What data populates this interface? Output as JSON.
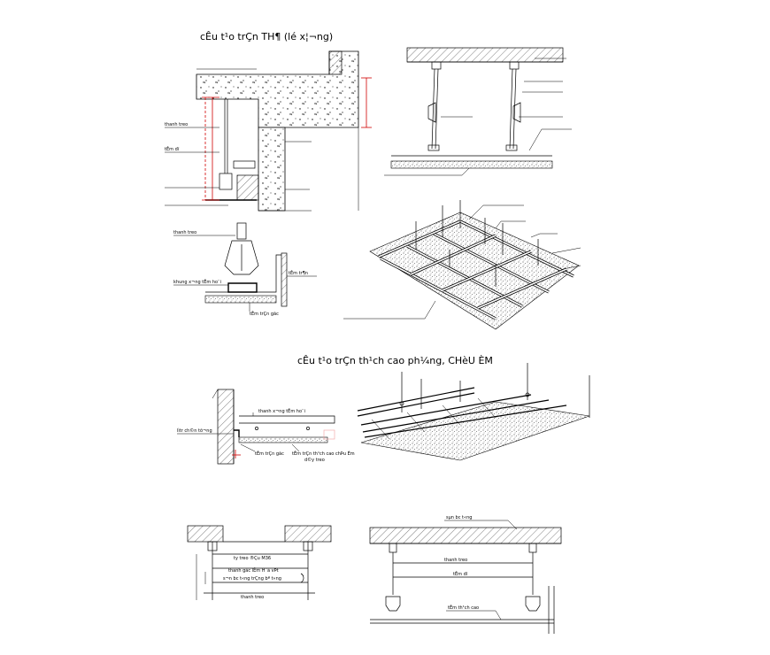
{
  "titles": {
    "top": "cÊu t¹o trÇn TH¶ (lé x¦¬ng)",
    "middle": "cÊu t¹o trÇn th¹ch cao ph¼ng, CHèU ÈM"
  },
  "labels": {
    "thanh_treo_1": "thanh treo",
    "ty_ren": "tÊm dï",
    "thanh_treo_2": "thanh treo",
    "thanh_vien": "khung x¬ng tÊm ho¨i",
    "tam_tran": "tÊm tr¶n",
    "tam_tran_2": "tÊm trÇn gãc",
    "khung_tuong": "thanh x¬ng tÊm ho¨i",
    "vit_tuong": "lìtr ch©n tõ¬ng",
    "tam_goc": "tÊm trÇn gãc",
    "tam_thach_cao": "tÊm trÇn th¹ch cao chÞu Èm",
    "day_tran": "d©y treo",
    "bottom_left_1": "ty treo ®Çu M36",
    "bottom_left_2": "thanh gãc lÊm H¨ã vÞt",
    "bottom_left_3": "s¬n bc t«ng trÇng bª t«ng",
    "bottom_left_4": "thanh treo",
    "bottom_right_1": "sµn bc t«ng",
    "bottom_right_2": "thanh treo",
    "bottom_right_3": "tÊm dï",
    "bottom_right_4": "tÊm th¹ch cao"
  },
  "colors": {
    "line": "#000000",
    "dimension": "#d00000",
    "accent": "#b000b0",
    "background": "#ffffff"
  }
}
